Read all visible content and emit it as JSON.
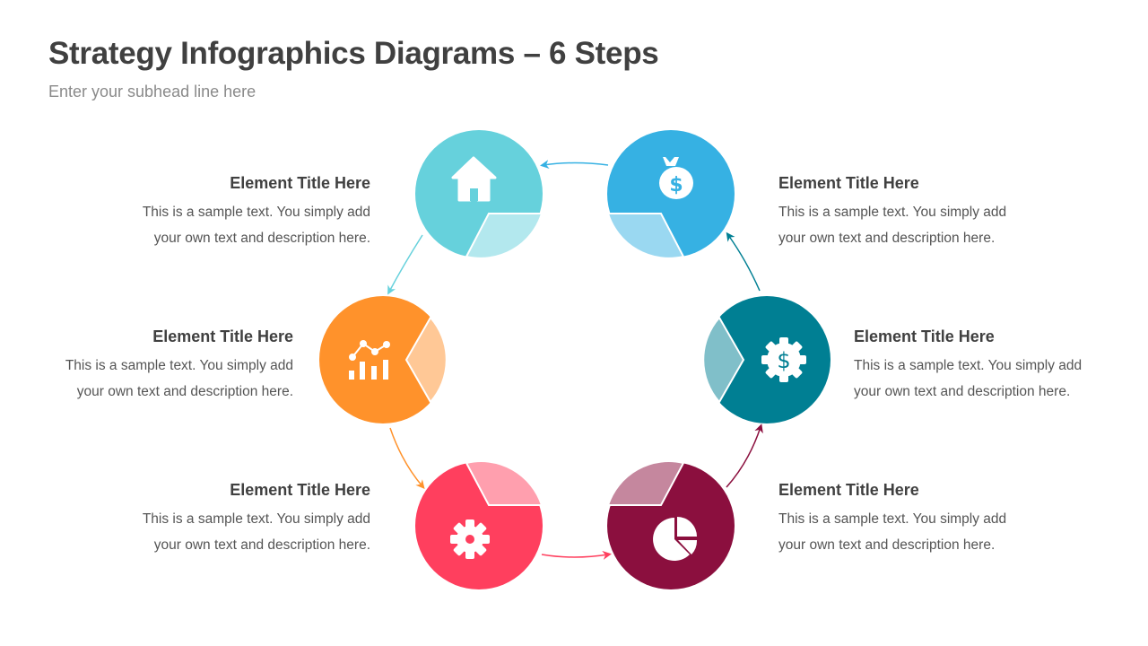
{
  "header": {
    "title": "Strategy Infographics Diagrams – 6 Steps",
    "subtitle": "Enter your subhead line here"
  },
  "steps": [
    {
      "id": 1,
      "position": "top-left",
      "icon": "house-icon",
      "main_color": "#66D1DC",
      "light_color": "#B3E8EE",
      "title": "Element Title Here",
      "line1": "This is a sample text. You simply add",
      "line2": "your own text and description here."
    },
    {
      "id": 2,
      "position": "middle-left",
      "icon": "chart-analytics-icon",
      "main_color": "#FF922B",
      "light_color": "#FFC896",
      "title": "Element Title Here",
      "line1": "This is a sample text. You simply add",
      "line2": "your own text and description here."
    },
    {
      "id": 3,
      "position": "bottom-left",
      "icon": "gear-icon",
      "main_color": "#FF3F5E",
      "light_color": "#FF9FAE",
      "title": "Element Title Here",
      "line1": "This is a sample text. You simply add",
      "line2": "your own text and description here."
    },
    {
      "id": 4,
      "position": "bottom-right",
      "icon": "pie-chart-icon",
      "main_color": "#8B0F3E",
      "light_color": "#C5879E",
      "title": "Element Title Here",
      "line1": "This is a sample text. You simply add",
      "line2": "your own text and description here."
    },
    {
      "id": 5,
      "position": "middle-right",
      "icon": "dollar-gear-icon",
      "main_color": "#007F93",
      "light_color": "#80BFC9",
      "title": "Element Title Here",
      "line1": "This is a sample text. You simply add",
      "line2": "your own text and description here."
    },
    {
      "id": 6,
      "position": "top-right",
      "icon": "money-bag-icon",
      "main_color": "#36B1E3",
      "light_color": "#9AD8F1",
      "title": "Element Title Here",
      "line1": "This is a sample text. You simply add",
      "line2": "your own text and description here."
    }
  ],
  "flow": {
    "direction": "counter-clockwise visual: bottom-left to bottom-right to middle-right to top-right to top-left to middle-left to bottom-left",
    "arrows": [
      {
        "from": "top-right",
        "to": "top-left",
        "color": "#36B1E3"
      },
      {
        "from": "top-left",
        "to": "middle-left",
        "color": "#66D1DC"
      },
      {
        "from": "middle-left",
        "to": "bottom-left",
        "color": "#FF922B"
      },
      {
        "from": "bottom-left",
        "to": "bottom-right",
        "color": "#FF3F5E"
      },
      {
        "from": "bottom-right",
        "to": "middle-right",
        "color": "#8B0F3E"
      },
      {
        "from": "middle-right",
        "to": "top-right",
        "color": "#007F93"
      }
    ]
  }
}
